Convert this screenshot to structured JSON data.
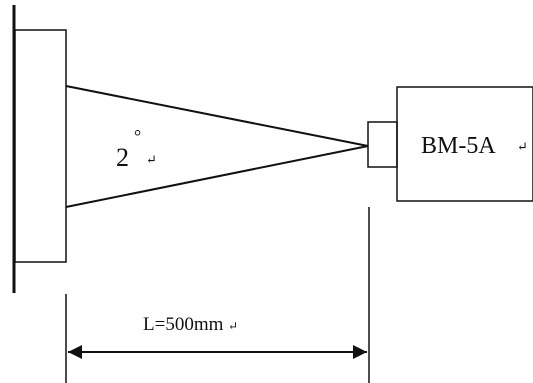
{
  "diagram": {
    "angle_value": "2",
    "angle_mark": "°",
    "return_mark": "↵",
    "device_label": "BM-5A",
    "distance_label": "L=500mm"
  },
  "colors": {
    "line": "#111111",
    "background": "#ffffff"
  }
}
